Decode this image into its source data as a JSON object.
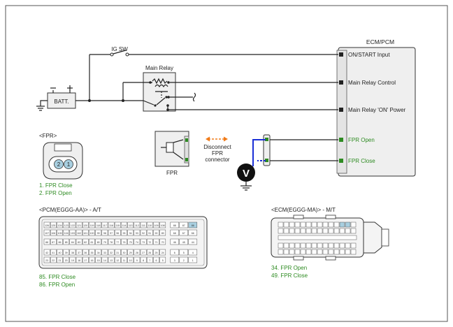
{
  "colors": {
    "wire": "#222222",
    "green": "#2e8b22",
    "blue": "#1a2fd6",
    "orange": "#f07a18",
    "box_fill": "#efefef",
    "pin_highlight": "#a8cfe0"
  },
  "labels": {
    "ig_sw": "IG SW",
    "main_relay": "Main Relay",
    "batt": "BATT.",
    "ecm_title": "ECM/PCM",
    "fpr": "FPR",
    "disconnect_1": "Disconnect",
    "disconnect_2": "FPR",
    "disconnect_3": "connector",
    "meter": "V"
  },
  "ecm_pins": [
    {
      "label": "ON/START Input",
      "color": "black"
    },
    {
      "label": "Main Relay Control",
      "color": "black"
    },
    {
      "label": "Main Relay 'ON' Power",
      "color": "black"
    },
    {
      "label": "FPR Open",
      "color": "green"
    },
    {
      "label": "FPR Close",
      "color": "green"
    }
  ],
  "fpr_connector": {
    "title": "<FPR>",
    "pins": [
      "2",
      "1"
    ],
    "notes": [
      "1. FPR Close",
      "2. FPR Open"
    ]
  },
  "pcm_connector": {
    "title": "<PCM(EGGG-AA)> - A/T",
    "notes": [
      "85. FPR Close",
      "86. FPR Open"
    ],
    "rows": [
      [
        "126",
        "125",
        "124",
        "123",
        "122",
        "121",
        "120",
        "119",
        "118",
        "117",
        "116",
        "115",
        "114",
        "113",
        "112",
        "111",
        "110",
        "109",
        "108",
        "88",
        "87",
        "86"
      ],
      [
        "107",
        "106",
        "105",
        "104",
        "103",
        "102",
        "101",
        "100",
        "99",
        "98",
        "97",
        "96",
        "95",
        "94",
        "93",
        "92",
        "91",
        "90",
        "89",
        "68",
        "67",
        "66"
      ],
      [
        "88",
        "87",
        "86",
        "85",
        "84",
        "83",
        "82",
        "81",
        "80",
        "79",
        "78",
        "77",
        "76",
        "75",
        "74",
        "73",
        "72",
        "71",
        "70",
        "46",
        "45",
        "44"
      ],
      [
        "42",
        "41",
        "40",
        "39",
        "38",
        "37",
        "36",
        "35",
        "34",
        "33",
        "32",
        "31",
        "30",
        "29",
        "28",
        "27",
        "26",
        "25",
        "24",
        "6",
        "5",
        "4"
      ],
      [
        "23",
        "22",
        "21",
        "20",
        "19",
        "18",
        "17",
        "16",
        "15",
        "14",
        "13",
        "12",
        "11",
        "10",
        "9",
        "8",
        "7",
        "6",
        "5",
        "3",
        "2",
        "1"
      ]
    ],
    "highlight": [
      "86",
      "85"
    ]
  },
  "ecm_connector": {
    "title": "<ECM(EGGG-MA)> - M/T",
    "notes": [
      "34. FPR Open",
      "49. FPR Close"
    ]
  }
}
